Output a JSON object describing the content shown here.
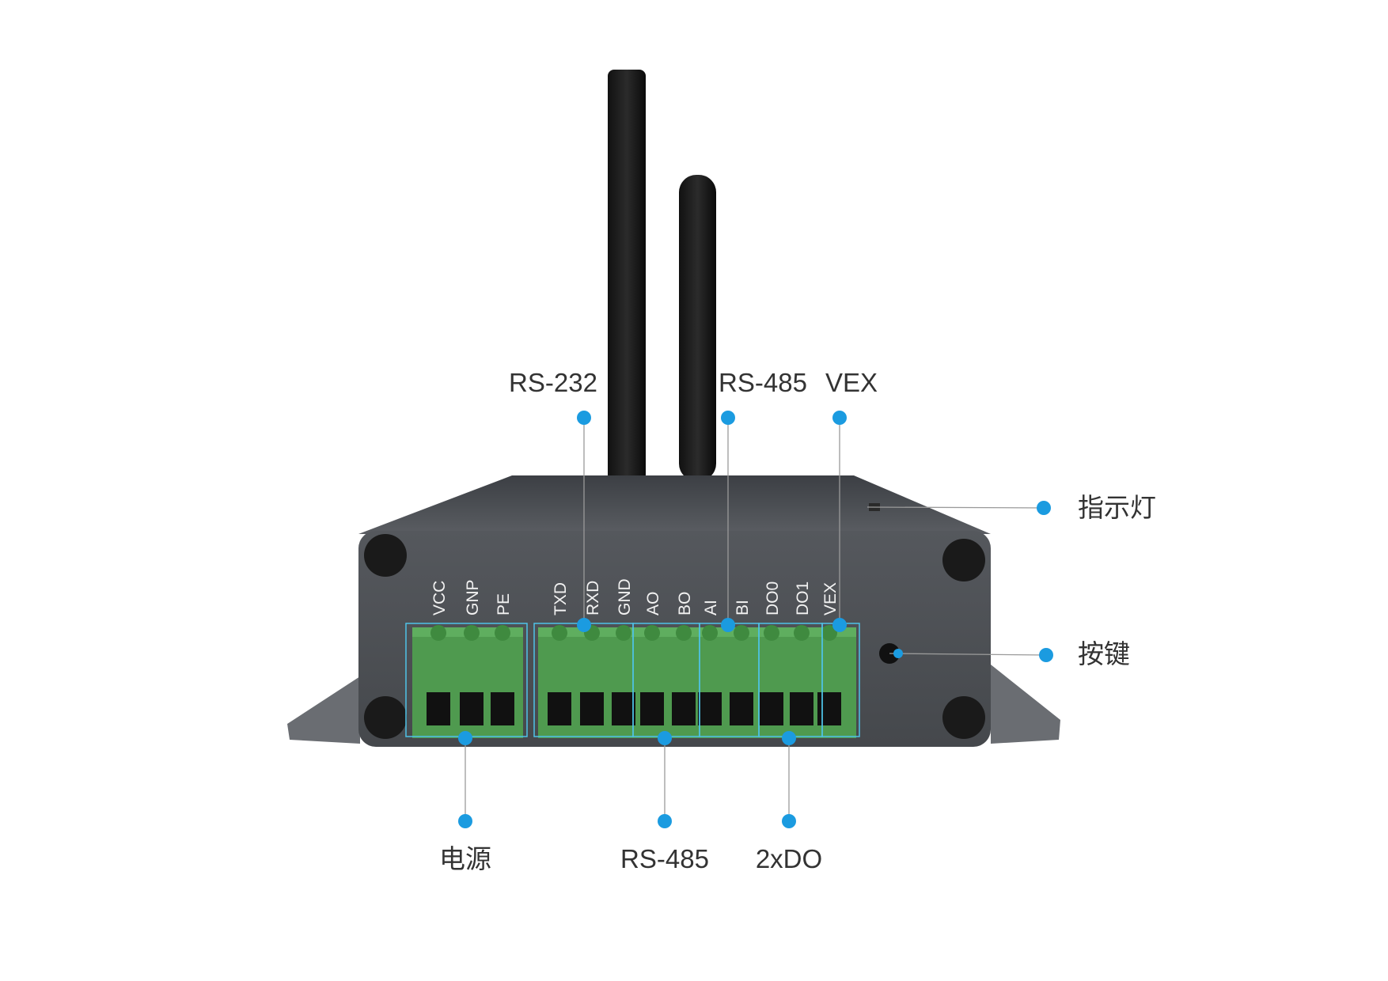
{
  "colors": {
    "accent": "#1b9be0",
    "terminal": "#4f9a4f",
    "housing": "#4a4d52"
  },
  "top_labels": {
    "rs232": "RS-232",
    "rs485": "RS-485",
    "vex": "VEX"
  },
  "side_labels": {
    "indicator": "指示灯",
    "button": "按键"
  },
  "bottom_labels": {
    "power": "电源",
    "rs485": "RS-485",
    "do": "2xDO"
  },
  "pins": [
    "VCC",
    "GNP",
    "PE",
    "TXD",
    "RXD",
    "GND",
    "AO",
    "BO",
    "AI",
    "BI",
    "DO0",
    "DO1",
    "VEX"
  ]
}
